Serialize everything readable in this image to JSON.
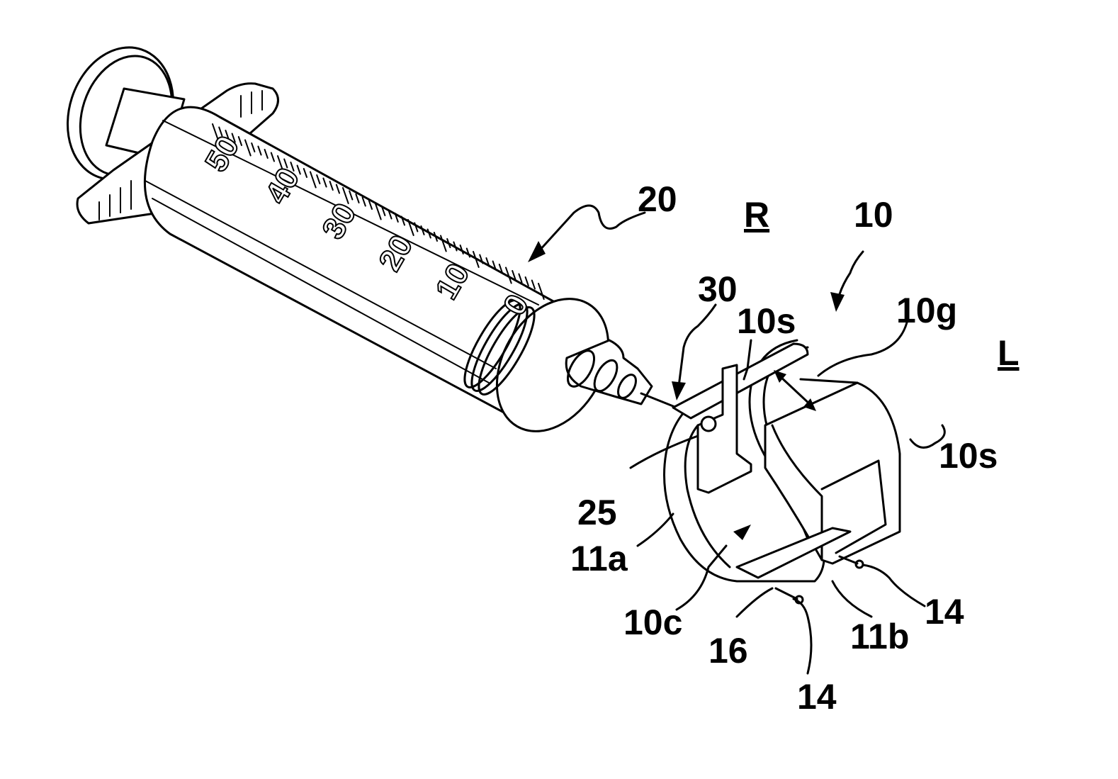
{
  "syringe": {
    "scale_labels": [
      "50",
      "40",
      "30",
      "20",
      "10",
      "0"
    ]
  },
  "labels": {
    "syringe_ref": "20",
    "right_side": "R",
    "clip_ref": "10",
    "needle_ref": "30",
    "slot_upper": "10s",
    "gap": "10g",
    "left_side": "L",
    "slot_side": "10s",
    "pivot_ref": "25",
    "arm_a": "11a",
    "cavity": "10c",
    "pin_front": "16",
    "pin_lower": "14",
    "arm_b": "11b",
    "pin_right": "14"
  },
  "colors": {
    "ink": "#000000",
    "paper": "#ffffff"
  }
}
